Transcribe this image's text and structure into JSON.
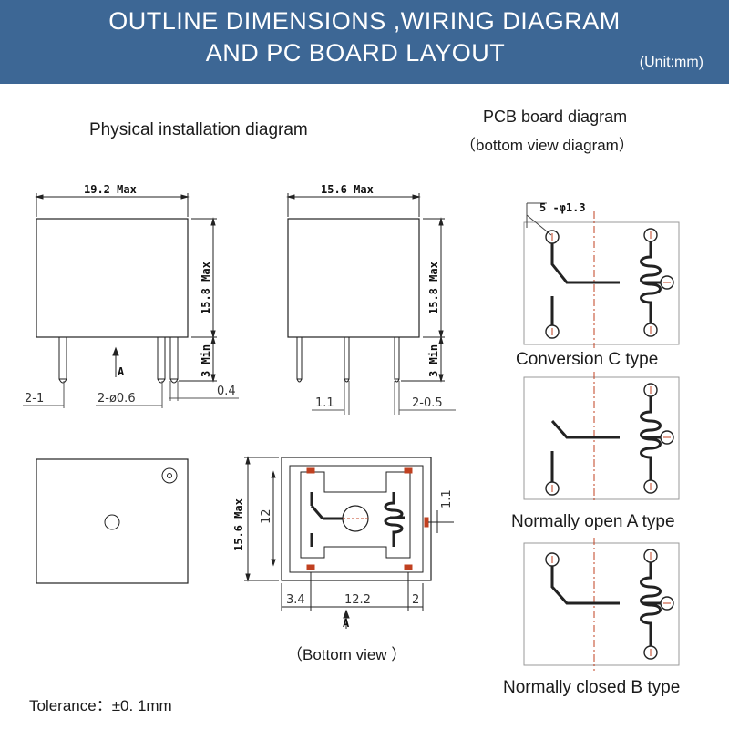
{
  "header": {
    "title_line1": "OUTLINE DIMENSIONS ,WIRING DIAGRAM",
    "title_line2": "AND PC BOARD LAYOUT",
    "unit": "(Unit:mm)"
  },
  "physical": {
    "title": "Physical installation diagram",
    "front": {
      "width": "19.2 Max",
      "height": "15.8 Max",
      "pin_len": "3 Min",
      "pin_count": "2-1",
      "pin_dia": "2-ø0.6",
      "pin_thick": "0.4",
      "arrow": "A"
    },
    "side": {
      "width": "15.6 Max",
      "height": "15.8 Max",
      "pin_len": "3 Min",
      "dim_a": "1.1",
      "dim_b": "2-0.5"
    }
  },
  "bottom": {
    "height": "15.6 Max",
    "dim_12": "12",
    "dim_11": "1.1",
    "dim_34": "3.4",
    "dim_122": "12.2",
    "dim_2": "2",
    "arrow": "A",
    "caption": "（Bottom view ）"
  },
  "pcb": {
    "title_line1": "PCB board diagram",
    "title_line2": "（bottom view diagram）",
    "hole_spec": "5 -φ1.3",
    "types": [
      "Conversion C type",
      "Normally open A type",
      "Normally closed B type"
    ]
  },
  "tolerance": "Tolerance：±0. 1mm"
}
